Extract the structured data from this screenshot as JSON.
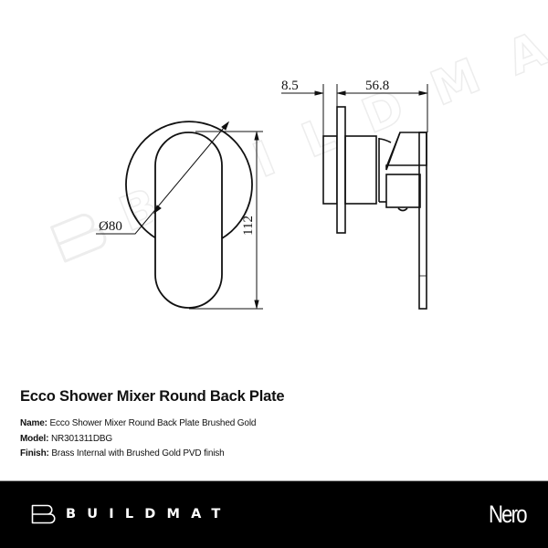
{
  "drawing": {
    "dimensions": {
      "diameter": "Ø80",
      "height": "112",
      "plate_depth": "8.5",
      "projection": "56.8"
    },
    "line_color": "#111111",
    "watermark": {
      "text": "BUILDMAT",
      "color": "#ededed"
    }
  },
  "product": {
    "title": "Ecco Shower Mixer Round Back Plate",
    "specs": [
      {
        "label": "Name:",
        "value": "Ecco Shower Mixer Round Back Plate Brushed Gold"
      },
      {
        "label": "Model:",
        "value": "NR301311DBG"
      },
      {
        "label": "Finish:",
        "value": "Brass Internal with Brushed Gold PVD finish"
      }
    ]
  },
  "footer": {
    "background": "#000000",
    "brand_name": "BUILDMAT",
    "brand_logo_icon": "buildmat-logo-icon",
    "partner_brand": "Nero"
  }
}
